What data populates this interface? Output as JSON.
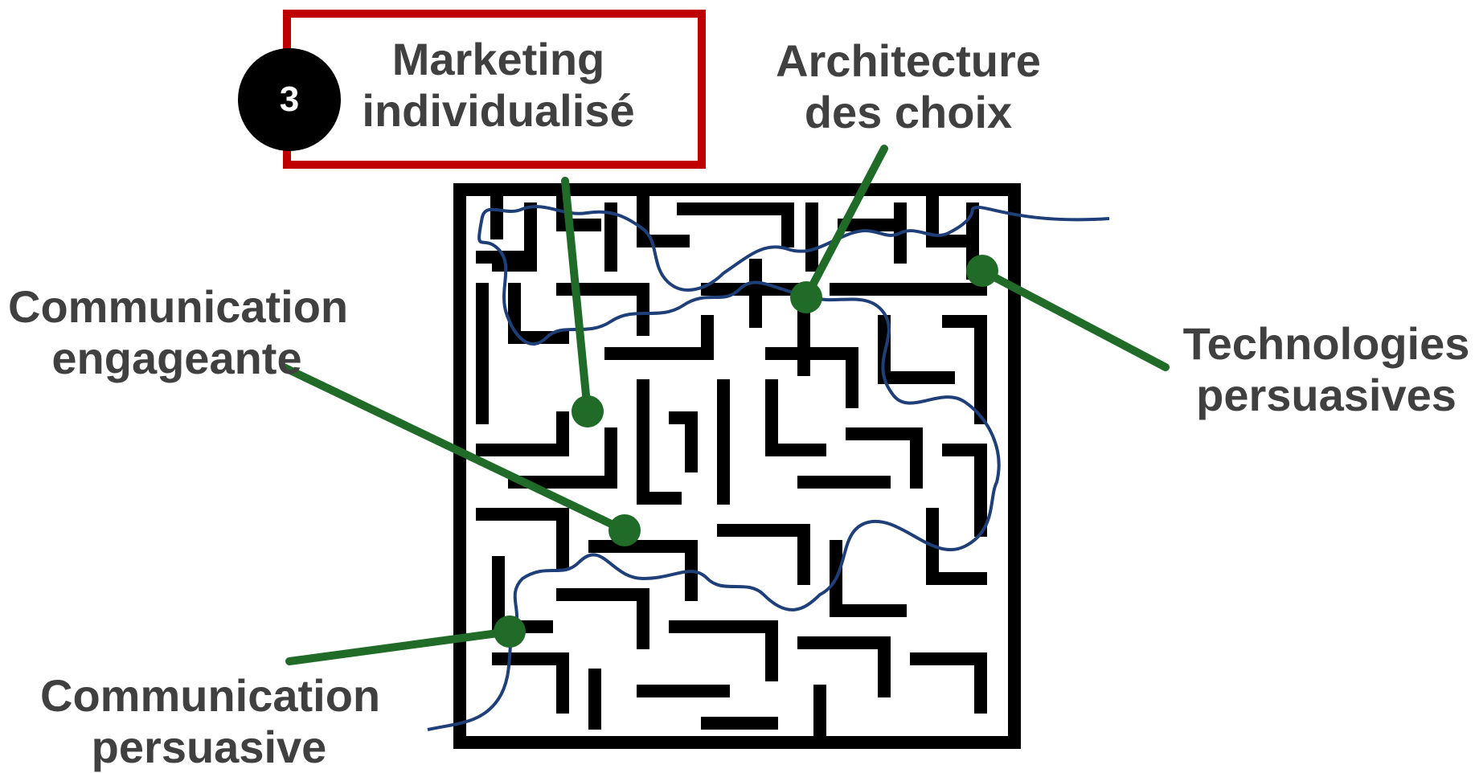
{
  "badge": {
    "number": "3"
  },
  "labels": {
    "marketing": [
      "Marketing",
      "individualisé"
    ],
    "architecture": [
      "Architecture",
      "des choix"
    ],
    "engageante": [
      "Communication",
      "engageante"
    ],
    "technologies": [
      "Technologies",
      "persuasives"
    ],
    "persuasive": [
      "Communication",
      "persuasive"
    ]
  },
  "colors": {
    "highlight_border": "#c00000",
    "connector": "#1f6b27",
    "path": "#1f3f78",
    "maze": "#000000",
    "label_text": "#404040"
  }
}
